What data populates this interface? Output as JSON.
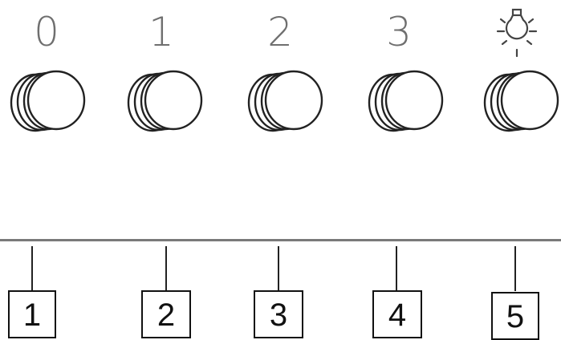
{
  "panel": {
    "settings": [
      {
        "label": "0"
      },
      {
        "label": "1"
      },
      {
        "label": "2"
      },
      {
        "label": "3"
      },
      {
        "label": "",
        "icon": "light-bulb-icon"
      }
    ],
    "knob_icon": "round-knob-button"
  },
  "callouts": [
    {
      "number": "1"
    },
    {
      "number": "2"
    },
    {
      "number": "3"
    },
    {
      "number": "4"
    },
    {
      "number": "5"
    }
  ],
  "colors": {
    "label_gray": "#6f6f6f",
    "knob_stroke": "#222222",
    "divider": "#7a7a7a"
  }
}
